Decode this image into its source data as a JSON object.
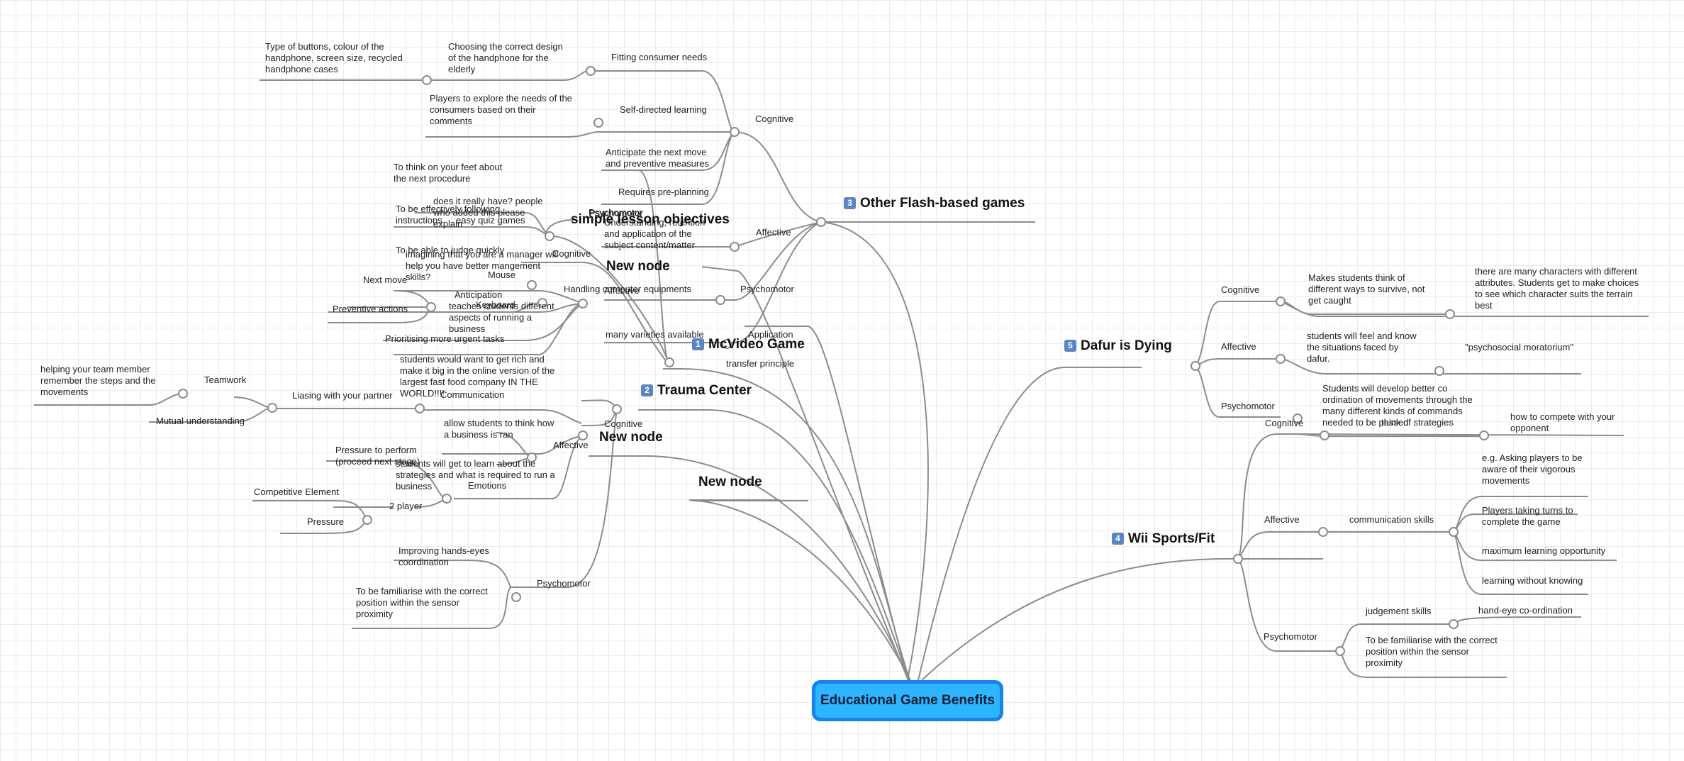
{
  "root": {
    "label": "Educational Game Benefits"
  },
  "topics": {
    "flash": {
      "num": "3",
      "label": "Other Flash-based games"
    },
    "dafur": {
      "num": "5",
      "label": "Dafur is Dying"
    },
    "wii": {
      "num": "4",
      "label": "Wii Sports/Fit"
    },
    "mcvideo": {
      "num": "1",
      "label": "McVideo Game"
    },
    "trauma": {
      "num": "2",
      "label": "Trauma Center"
    },
    "newnode1": {
      "label": "New node"
    },
    "newnode2": {
      "label": "New node"
    },
    "newnode3": {
      "label": "New node"
    },
    "simple": {
      "label": "simple lesson objectives"
    }
  },
  "labels": {
    "f1": "Type of buttons, colour of the\nhandphone, screen size, recycled\nhandphone cases",
    "f2": "Choosing the correct design\nof the handphone for the\nelderly",
    "f3": "Fitting consumer needs",
    "f4": "Players to explore the needs of the\nconsumers based on their\ncomments",
    "f5": "Self-directed learning",
    "f6": "Cognitive",
    "f7": "Anticipate the next move\nand preventive measures",
    "f8": "Requires pre-planning",
    "f9": "Affective",
    "f10": "Psychomotor",
    "f11": "Understanding, retention\nand application of the\nsubject content/matter",
    "f12": "Handling computer equipments",
    "f13": "many varieties available",
    "f14": "Application",
    "f15": "transfer principle",
    "f16": "Psychomotor",
    "d1": "Cognitive",
    "d2": "Makes students think of\ndifferent ways to survive, not\nget caught",
    "d3": "there are many characters with different\nattributes. Students get to make choices\nto see which character suits the terrain\nbest",
    "d4": "Affective",
    "d5": "students will feel and know\nthe situations faced by\ndafur.",
    "d6": "\"psychosocial moratorium\"",
    "d7": "Psychomotor",
    "w1": "Cognitive",
    "w2": "Students will develop better co\nordination of movements through the\nmany different kinds of commands\nneeded to be passed",
    "w3": "think of strategies",
    "w4": "how to compete with your\nopponent",
    "w5": "Affective",
    "w6": "communication skills",
    "w7": "e.g. Asking players to be\naware of their vigorous\nmovements",
    "w8": "Players taking turns to\ncomplete the game",
    "w9": "maximum learning opportunity",
    "w10": "learning without knowing",
    "w11": "Psychomotor",
    "w12": "judgement skills",
    "w13": "hand-eye co-ordination",
    "w14": "To be familiarise with the correct\nposition within the sensor\nproximity",
    "m1": "To think on your feet about\nthe next procedure",
    "m2": "To be effectively following\ninstructions",
    "m3": "does it really have? people\nwho added this please\nexplain",
    "m4": "easy quiz games",
    "m5": "Psychomotor",
    "m6": "To be able to judge quickly",
    "m7": "imagining that you are a manager will\nhelp you have better mangement\nskills?",
    "m8": "Cognitive",
    "m9": "Mouse",
    "m10": "Affective",
    "m11": "Next move",
    "m12": "Anticipation",
    "m13": "Keyboard",
    "m14": "Preventive actions",
    "m15": "teaches students different\naspects of running a\nbusiness",
    "m16": "Prioritising more urgent tasks",
    "m17": "students would want to get rich and\nmake it big in the online version of the\nlargest fast food company IN THE\nWORLD!!!!",
    "m18": "Communication",
    "t1": "helping your team member\nremember the steps and the\nmovements",
    "t2": "Teamwork",
    "t3": "Liasing with your partner",
    "t4": "Mutual understanding",
    "t5": "allow students to think how\na business is ran",
    "t6": "Cognitive",
    "t7": "Affective",
    "t8": "Pressure to perform\n(proceed next stage)",
    "t9": "students will get to learn about the\nstrategies and what is required to run a\nbusiness",
    "t10": "Emotions",
    "t11": "Competitive Element",
    "t12": "2 player",
    "t13": "Pressure",
    "t14": "Improving hands-eyes\ncoordination",
    "t15": "Psychomotor",
    "t16": "To be familiarise with the correct\nposition within the sensor\nproximity"
  }
}
